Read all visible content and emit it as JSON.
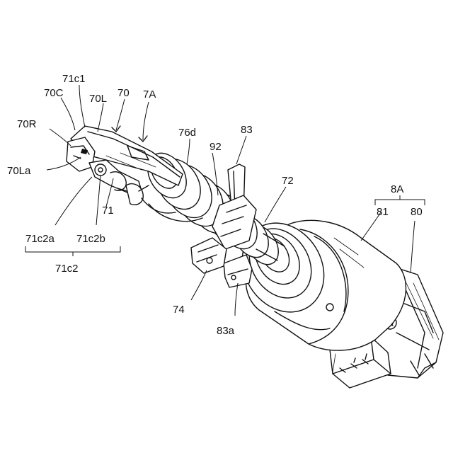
{
  "labels": {
    "l_71c1": "71c1",
    "l_70C": "70C",
    "l_70L": "70L",
    "l_70": "70",
    "l_7A": "7A",
    "l_70R": "70R",
    "l_70La": "70La",
    "l_76d": "76d",
    "l_83": "83",
    "l_92": "92",
    "l_72": "72",
    "l_8A": "8A",
    "l_81": "81",
    "l_80": "80",
    "l_71": "71",
    "l_71c2a": "71c2a",
    "l_71c2b": "71c2b",
    "l_71c2": "71c2",
    "l_74": "74",
    "l_83a": "83a"
  }
}
